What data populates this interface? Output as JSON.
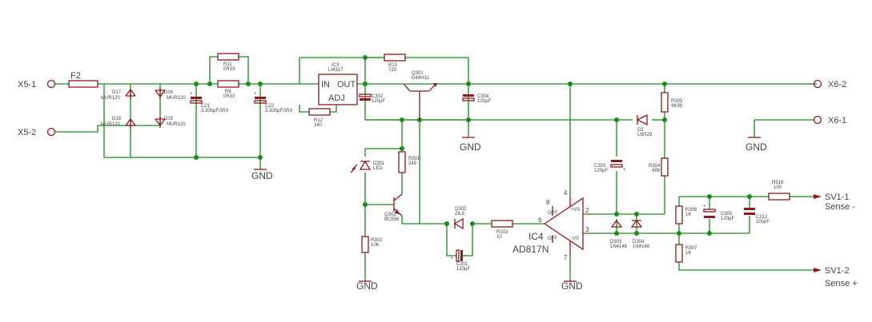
{
  "ports": {
    "x5_1": "X5-1",
    "x5_2": "X5-2",
    "x6_2": "X6-2",
    "x6_1": "X6-1",
    "sv1_1": "SV1-1",
    "sv1_2": "SV1-2",
    "sense_minus": "Sense -",
    "sense_plus": "Sense +"
  },
  "gnd": "GND",
  "parts": {
    "f2": "F2",
    "d17": "D17",
    "d17_v": "MUR120",
    "d18": "D18",
    "d18_v": "MUR120",
    "d16": "D16",
    "d16_v": "MUR120",
    "d15": "D15",
    "d15_v": "MUR120",
    "r11": "R11",
    "r11_v": "0R33",
    "r8": "R8",
    "r8_v": "0R33",
    "c21": "C21",
    "c21_v": "3.300µF/35V",
    "c22": "C22",
    "c22_v": "3.300µF/35V",
    "ic3": "IC3",
    "ic3_v": "LM317",
    "ic3_in": "IN",
    "ic3_out": "OUT",
    "ic3_adj": "ADJ",
    "r12": "R12",
    "r12_v": "240",
    "r13": "R13",
    "r13_v": "720",
    "c302": "C302",
    "c302_v": "120µF",
    "q301": "Q301",
    "q301_v": "D44H11",
    "c304": "C304",
    "c304_v": "120µF",
    "d301": "D301",
    "d301_v": "LED",
    "r301": "R301",
    "r301_v": "249",
    "q302": "Q302",
    "q302_v": "BC556",
    "r302": "R302",
    "r302_v": "10K",
    "d302": "D302",
    "d302_v": "Z6.8",
    "c301": "C301",
    "c301_v": "120µF",
    "r303": "R303",
    "r303_v": "10",
    "ic4": "IC4",
    "ic4_v": "AD817N",
    "ic4_vs_plus": "+VS",
    "ic4_vs_minus": "-VS",
    "ic4_off1": "OFF",
    "ic4_off2": "OFF",
    "pin2": "2",
    "pin3": "3",
    "pin4": "4",
    "pin6": "6",
    "pin7": "7",
    "pin8": "8",
    "c303": "C303",
    "c303_v": "120µF",
    "d303": "D303",
    "d303_v": "1N4148",
    "d304": "D304",
    "d304_v": "1N4148",
    "d2": "D2",
    "d2_v": "LM329",
    "r305": "R305",
    "r305_v": "4K99",
    "r304": "R304",
    "r304_v": "499",
    "r306": "R306",
    "r306_v": "1K",
    "r307": "R307",
    "r307_v": "1K",
    "c305": "C305",
    "c305_v": "120µF",
    "c312": "C312",
    "c312_v": "100pF",
    "r316": "R316",
    "r316_v": "100"
  }
}
